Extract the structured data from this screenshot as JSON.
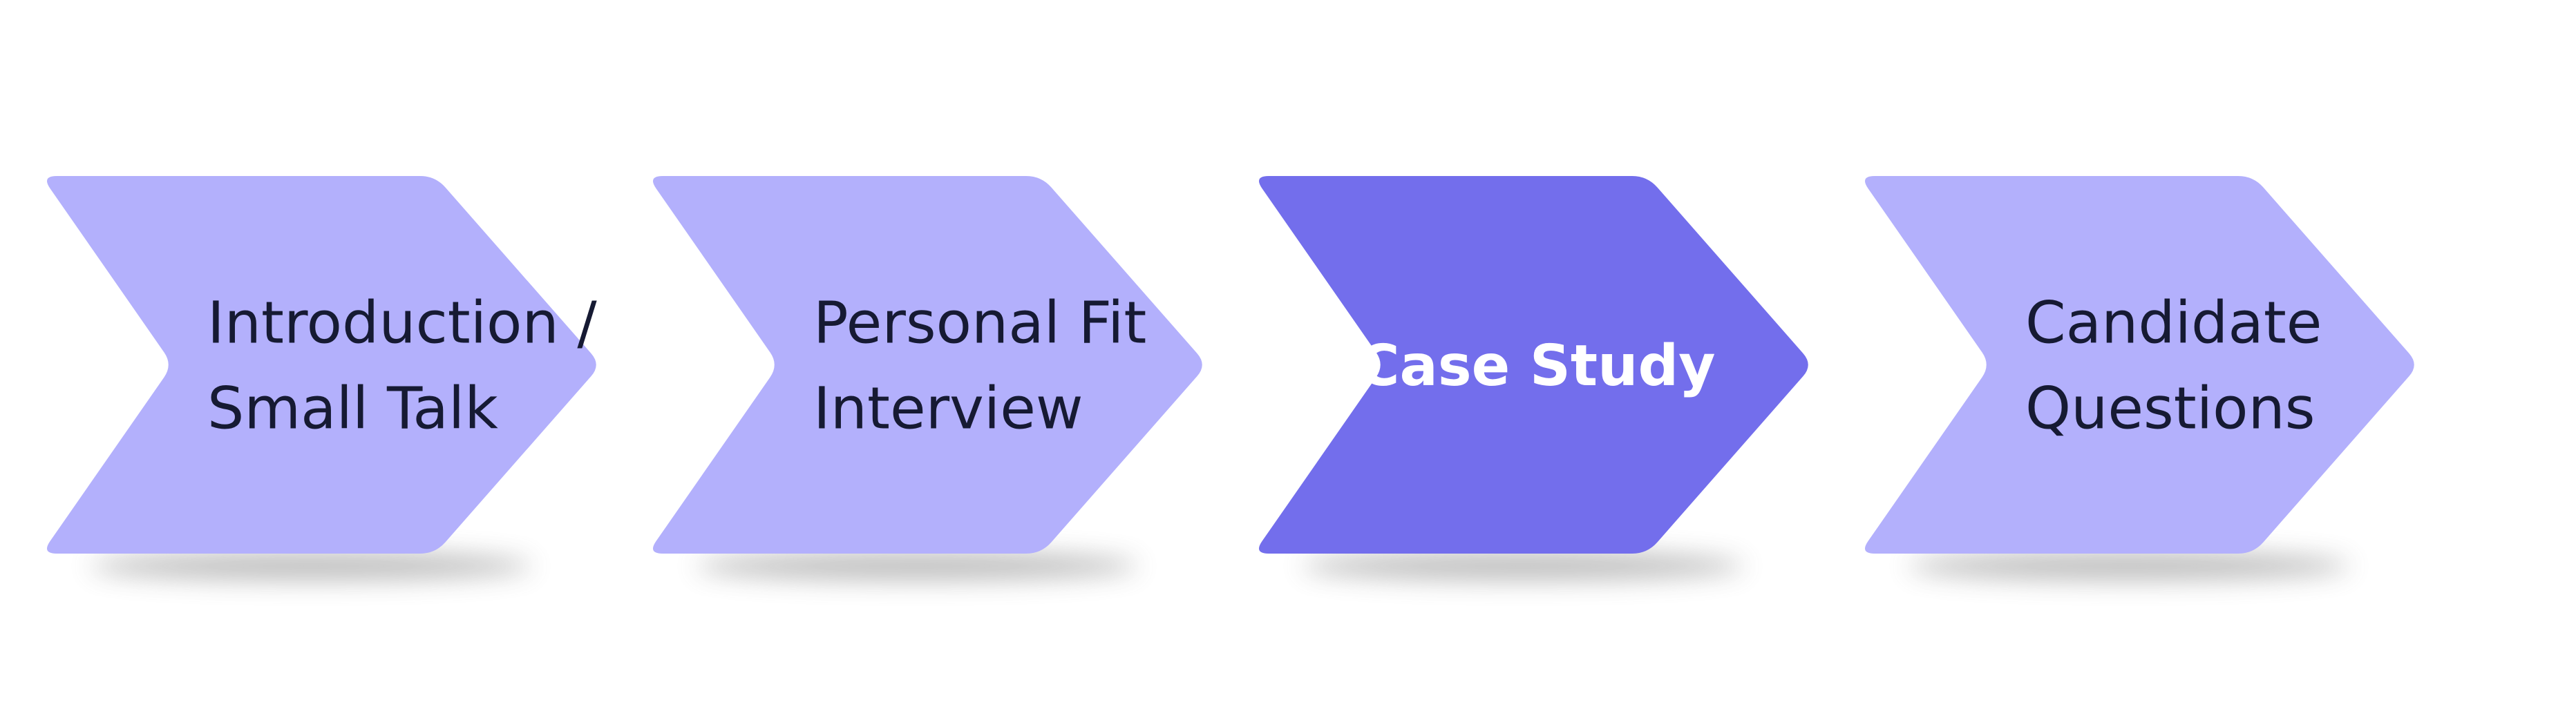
{
  "colors": {
    "background": "#ffffff",
    "step_fill": "#b3b0fc",
    "active_fill": "#736eec",
    "text_dark": "#161a33",
    "text_active": "#ffffff",
    "shadow": "#6b6b6b"
  },
  "steps": [
    {
      "lines": [
        "Introduction /",
        "Small Talk"
      ],
      "active": false
    },
    {
      "lines": [
        "Personal Fit",
        "Interview"
      ],
      "active": false
    },
    {
      "lines": [
        "Case Study"
      ],
      "active": true
    },
    {
      "lines": [
        "Candidate",
        "Questions"
      ],
      "active": false
    }
  ]
}
